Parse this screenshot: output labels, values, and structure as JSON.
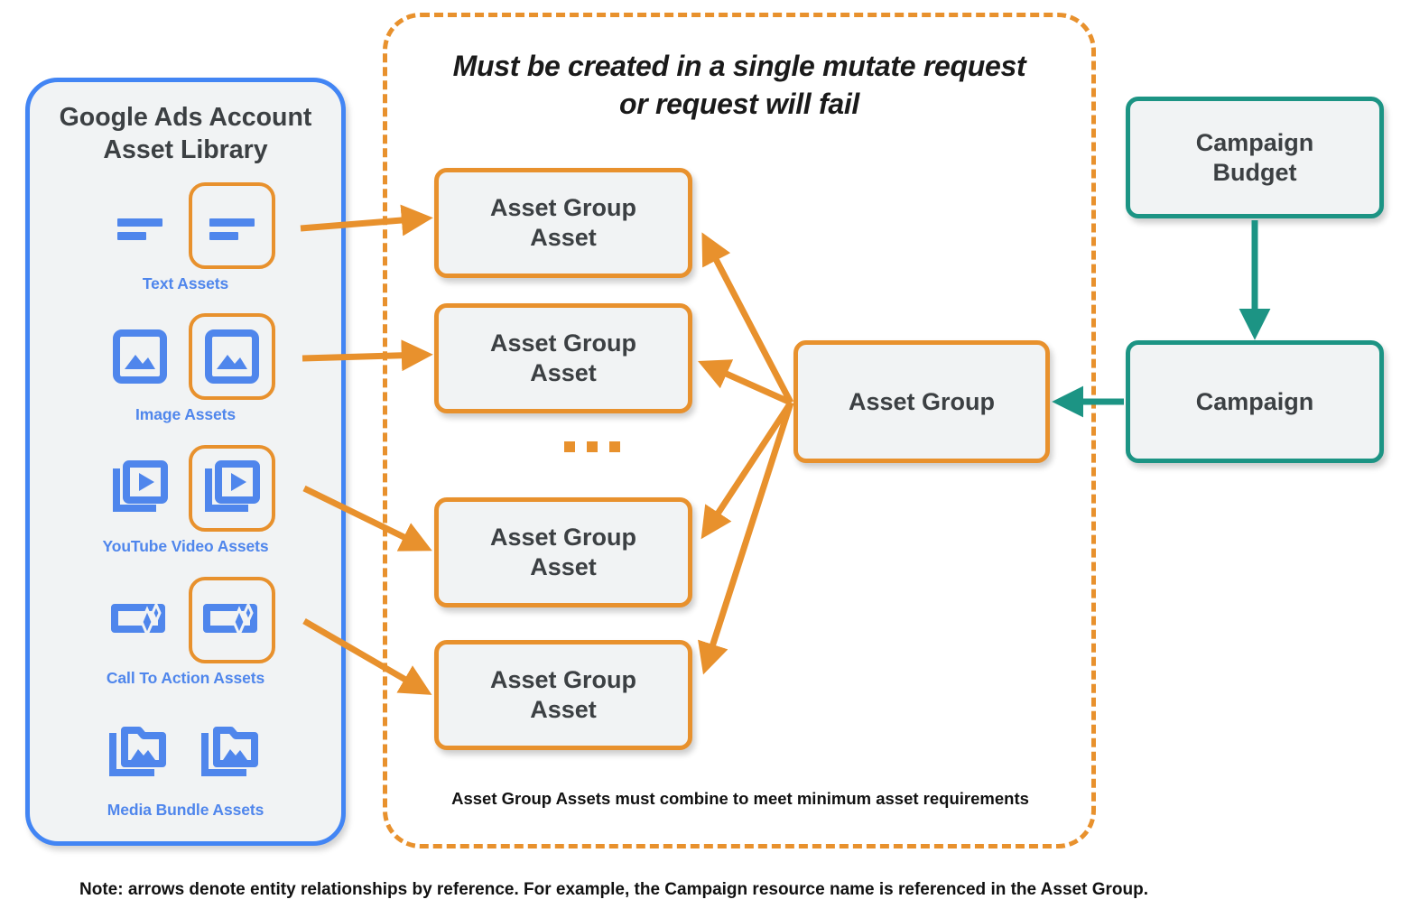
{
  "library": {
    "title": "Google Ads Account\nAsset Library",
    "title_line1": "Google Ads Account",
    "title_line2": "Asset Library",
    "border_color": "#4285F4",
    "fill_color": "#F1F3F4",
    "items": [
      {
        "label": "Text Assets",
        "icon": "text-asset-icon",
        "highlighted": true
      },
      {
        "label": "Image Assets",
        "icon": "image-asset-icon",
        "highlighted": true
      },
      {
        "label": "YouTube Video  Assets",
        "icon": "youtube-video-asset-icon",
        "highlighted": true
      },
      {
        "label": "Call To Action Assets",
        "icon": "call-to-action-asset-icon",
        "highlighted": true
      },
      {
        "label": "Media Bundle  Assets",
        "icon": "media-bundle-asset-icon",
        "highlighted": false
      }
    ]
  },
  "mutate_zone": {
    "title_line1": "Must be created in a single mutate request",
    "title_line2": "or request will fail",
    "footnote": "Asset Group Assets must combine to meet minimum asset requirements",
    "border_color": "#E8912D",
    "border_style": "dashed"
  },
  "nodes": {
    "asset_group_assets": [
      {
        "line1": "Asset Group",
        "line2": "Asset"
      },
      {
        "line1": "Asset Group",
        "line2": "Asset"
      },
      {
        "line1": "Asset Group",
        "line2": "Asset"
      },
      {
        "line1": "Asset Group",
        "line2": "Asset"
      }
    ],
    "asset_group": {
      "label": "Asset Group",
      "color": "#E8912D"
    },
    "campaign_budget": {
      "line1": "Campaign",
      "line2": "Budget",
      "color": "#1C9484"
    },
    "campaign": {
      "label": "Campaign",
      "color": "#1C9484"
    }
  },
  "ellipsis": "...",
  "footer": {
    "note": "Note: arrows denote entity relationships by reference. For example, the Campaign resource name is referenced in the Asset Group."
  },
  "colors": {
    "orange": "#E8912D",
    "teal": "#1C9484",
    "blue": "#4285F4",
    "box_fill": "#F1F3F4",
    "text_dark": "#3C4043"
  }
}
